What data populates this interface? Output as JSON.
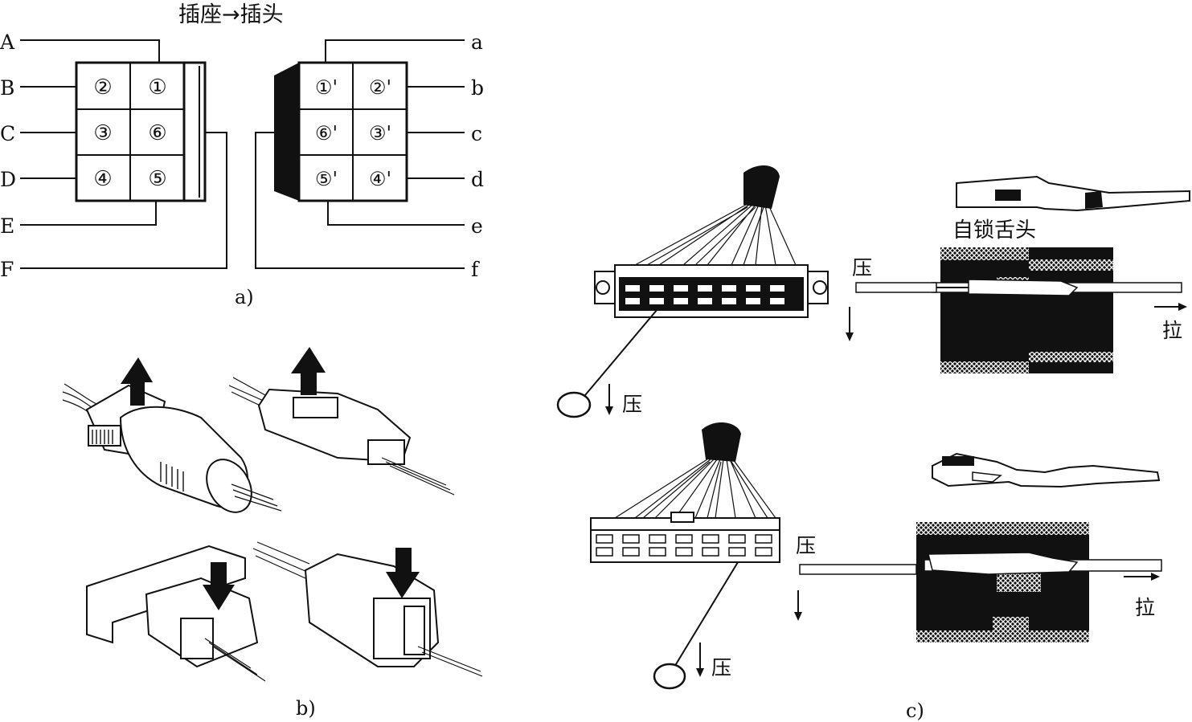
{
  "panel_a": {
    "header": "插座→插头",
    "caption": "a)",
    "left_labels": [
      "A",
      "B",
      "C",
      "D",
      "E",
      "F"
    ],
    "right_labels": [
      "a",
      "b",
      "c",
      "d",
      "e",
      "f"
    ],
    "socket_pins": [
      "②",
      "①",
      "③",
      "⑥",
      "④",
      "⑤"
    ],
    "plug_pins": [
      "①'",
      "②'",
      "⑥'",
      "③'",
      "⑤'",
      "④'"
    ]
  },
  "panel_b": {
    "caption": "b)"
  },
  "panel_c": {
    "caption": "c)",
    "self_lock_tongue_label": "自锁舌头",
    "press_label": "压",
    "pull_label": "拉"
  }
}
